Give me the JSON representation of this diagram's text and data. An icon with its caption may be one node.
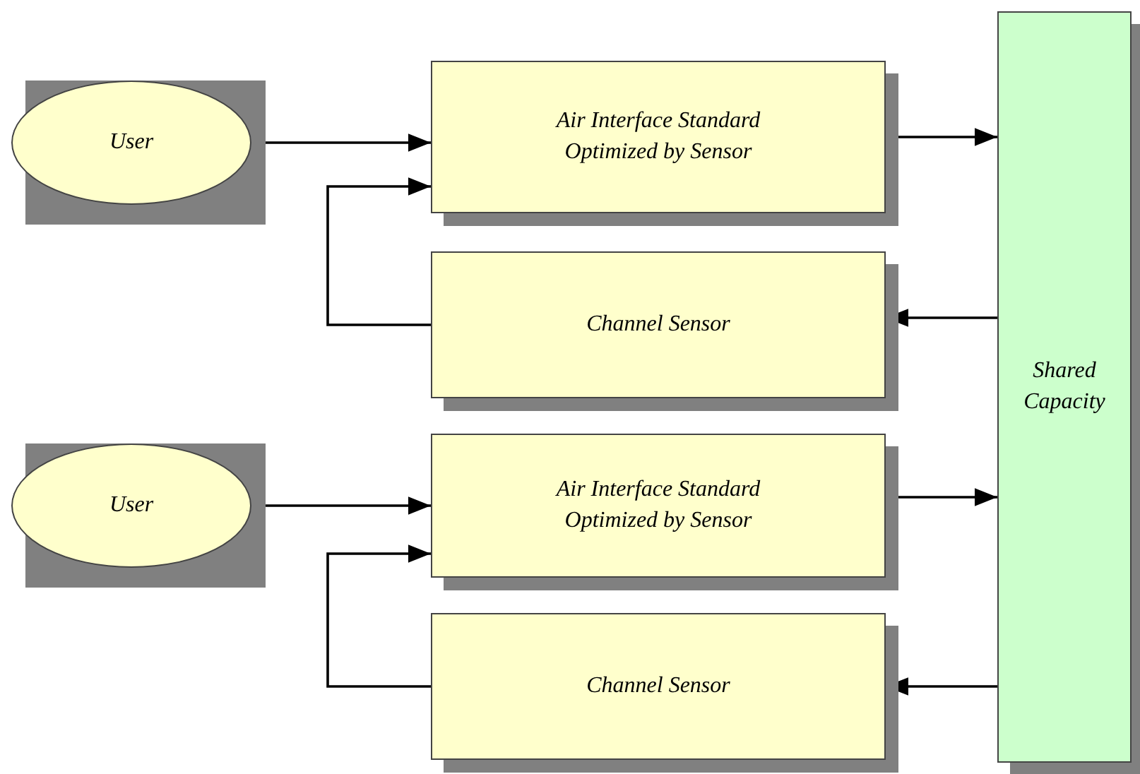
{
  "diagram": {
    "nodes": [
      {
        "text": [
          "User"
        ]
      },
      {
        "text": [
          "Air Interface Standard Optimized by Sensor"
        ]
      },
      {
        "text": [
          "Channel Sensor"
        ]
      },
      {
        "text": [
          "User"
        ]
      },
      {
        "text": [
          "Air Interface Standard Optimized by Sensor"
        ]
      },
      {
        "text": [
          "Channel Sensor"
        ]
      },
      {
        "text": [
          "Shared Capacity"
        ]
      }
    ],
    "edges": [
      {
        "from": 0,
        "to": 1,
        "arrow": "to"
      },
      {
        "from": 2,
        "to": 1,
        "arrow": "to"
      },
      {
        "from": 1,
        "to": 6,
        "arrow": "to"
      },
      {
        "from": 6,
        "to": 2,
        "arrow": "to"
      },
      {
        "from": 3,
        "to": 4,
        "arrow": "to"
      },
      {
        "from": 5,
        "to": 4,
        "arrow": "to"
      },
      {
        "from": 4,
        "to": 6,
        "arrow": "to"
      },
      {
        "from": 6,
        "to": 5,
        "arrow": "to"
      }
    ]
  }
}
